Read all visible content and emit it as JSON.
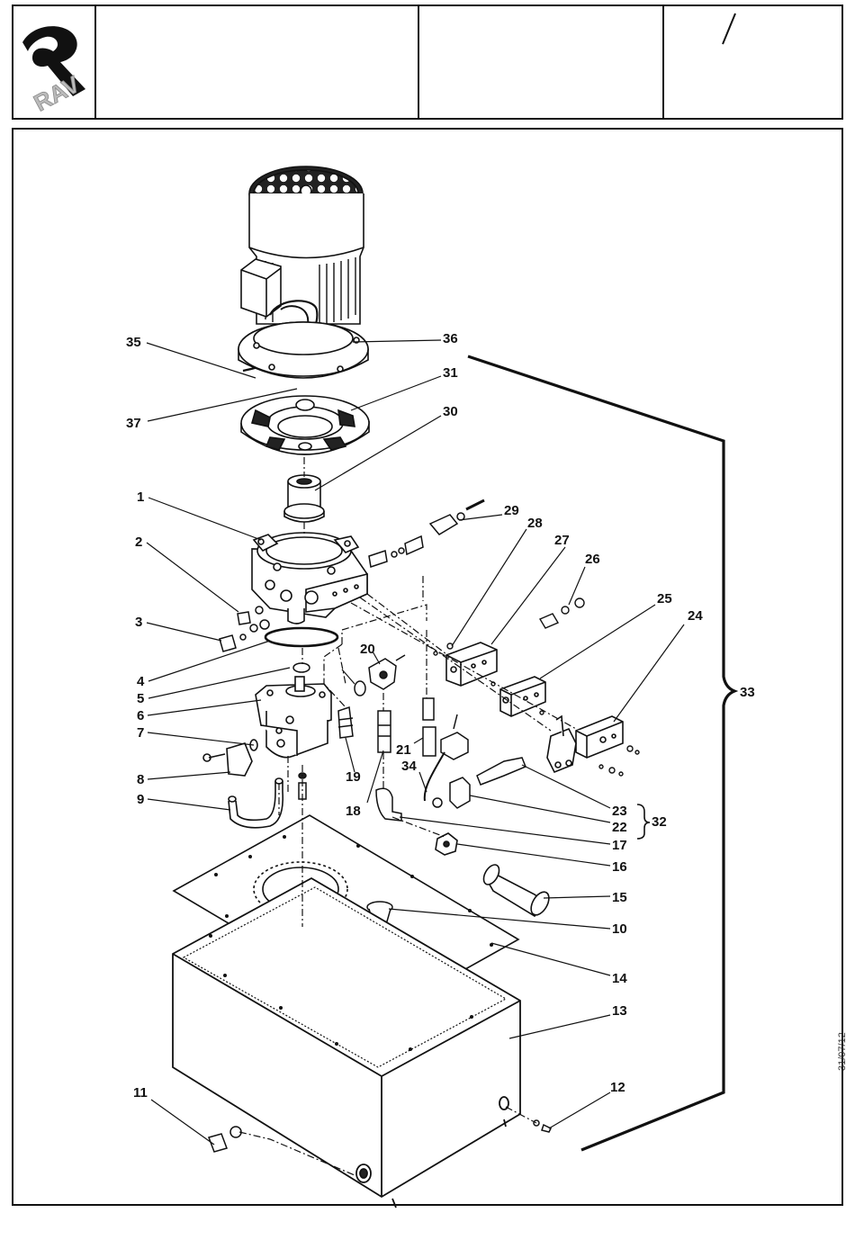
{
  "header": {
    "logo_text": "RAV",
    "cell_3_mark": "/"
  },
  "side_date": "31/07/12",
  "callouts": [
    "1",
    "2",
    "3",
    "4",
    "5",
    "6",
    "7",
    "8",
    "9",
    "10",
    "11",
    "12",
    "13",
    "14",
    "15",
    "16",
    "17",
    "18",
    "19",
    "20",
    "21",
    "22",
    "23",
    "24",
    "25",
    "26",
    "27",
    "28",
    "29",
    "30",
    "31",
    "32",
    "33",
    "34",
    "35",
    "36",
    "37"
  ]
}
